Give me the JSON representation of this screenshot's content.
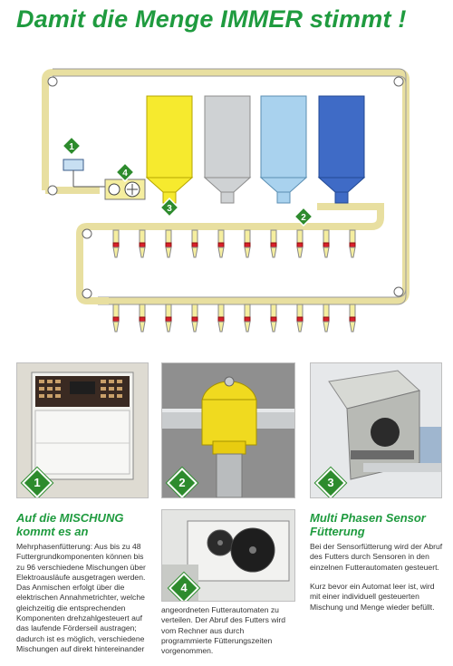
{
  "title": "Damit die Menge IMMER stimmt !",
  "diagram": {
    "badges": [
      "1",
      "2",
      "3",
      "4"
    ],
    "silo_colors": [
      "#f6ea2e",
      "#cfd2d4",
      "#a9d2ee",
      "#3f6bc6"
    ]
  },
  "photos": {
    "badge1": "1",
    "badge2": "2",
    "badge3": "3",
    "badge4": "4"
  },
  "left_column": {
    "heading_line1": "Auf die MISCHUNG",
    "heading_line2": "kommt es an",
    "paragraph": "Mehrphasenfütterung: Aus bis zu 48 Futtergrundkomponenten können bis zu 96 verschiedene Mischungen über Elektroausläufe ausgetragen werden. Das Anmischen erfolgt über die elektrischen Annahmetrichter, welche gleichzeitig die entsprechenden Komponenten drehzahlgesteuert auf das laufende Förderseil austragen; dadurch ist es möglich, verschiedene Mischungen auf direkt hintereinander"
  },
  "middle_column": {
    "paragraph": "angeordneten Futterautomaten zu verteilen. Der Abruf des Futters wird vom Rechner aus durch programmierte Fütterungszeiten vorgenommen."
  },
  "right_column": {
    "heading_line1": "Multi Phasen Sensor",
    "heading_line2": "Fütterung",
    "paragraph1": "Bei der Sensorfütterung wird der Abruf des Futters durch Sensoren in den einzelnen Futterautomaten gesteuert.",
    "paragraph2": "Kurz bevor ein Automat leer ist, wird mit einer individuell gesteuerten Mischung und Menge wieder befüllt."
  }
}
